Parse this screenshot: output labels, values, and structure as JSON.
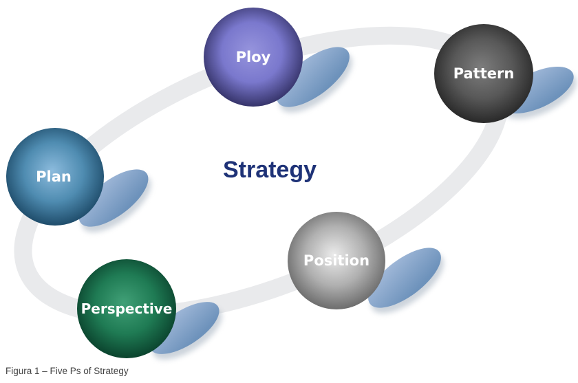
{
  "figure": {
    "center_label": "Strategy",
    "caption": "Figura 1 – Five Ps of Strategy"
  },
  "colors": {
    "background": "#ffffff",
    "center_label": "#1e3277",
    "caption": "#404040",
    "ring": "#e9eaec",
    "node_label_text": "#ffffff",
    "swoosh_light": "#a8bedd",
    "swoosh_dark": "#6d92bb",
    "swoosh_shadow": "#9aa8b8"
  },
  "nodes": [
    {
      "id": "ploy",
      "label": "Ploy",
      "color_center": "#9694dd",
      "color_mid": "#7a78cd",
      "color_edge": "#333166"
    },
    {
      "id": "pattern",
      "label": "Pattern",
      "color_center": "#7d7d7d",
      "color_mid": "#585858",
      "color_edge": "#272727"
    },
    {
      "id": "plan",
      "label": "Plan",
      "color_center": "#8cbbdd",
      "color_mid": "#4f8cb1",
      "color_edge": "#1d4a68"
    },
    {
      "id": "position",
      "label": "Position",
      "color_center": "#ebebeb",
      "color_mid": "#b0b0b0",
      "color_edge": "#6a6a6a"
    },
    {
      "id": "perspective",
      "label": "Perspective",
      "color_center": "#41a077",
      "color_mid": "#1f7b54",
      "color_edge": "#0a412c"
    }
  ]
}
